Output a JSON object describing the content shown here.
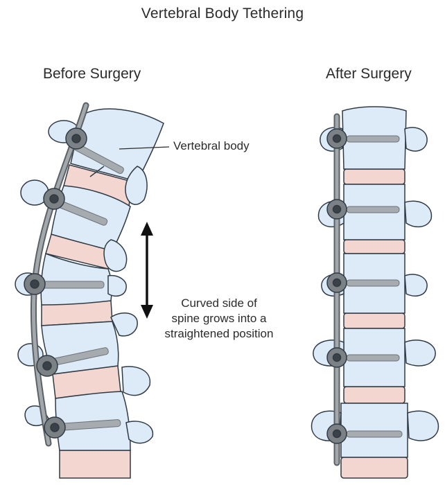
{
  "title": "Vertebral Body Tethering",
  "before_label": "Before Surgery",
  "after_label": "After Surgery",
  "vertebral_body_label": "Vertebral body",
  "curve_note": [
    "Curved side of",
    "spine grows into a",
    "straightened position"
  ],
  "colors": {
    "bone": "#dcebf7",
    "bone_outline": "#2f3a45",
    "disc": "#f3d6cf",
    "rod": "#7d8286",
    "screw": "#9a9fa3"
  }
}
